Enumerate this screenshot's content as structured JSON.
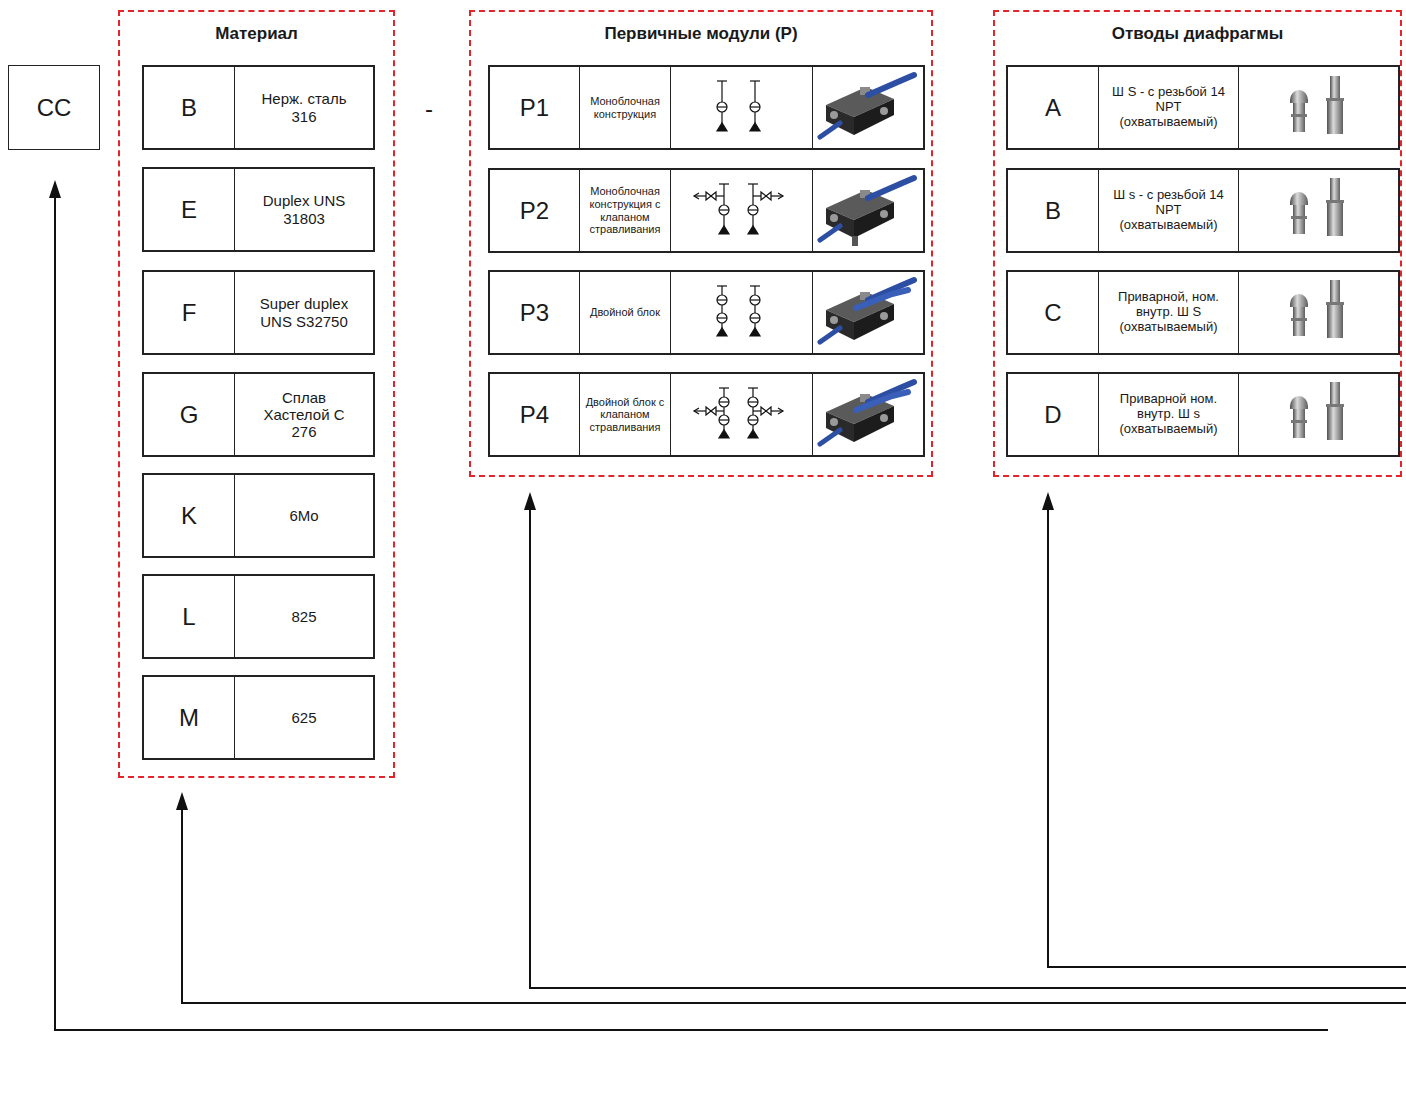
{
  "diagram": {
    "nodes": [
      {
        "text": [
          "CC"
        ]
      },
      {
        "text": [
          "Материал"
        ]
      },
      {
        "text": [
          "B",
          "Нерж. сталь 316"
        ],
        "in": 1
      },
      {
        "text": [
          "E",
          "Duplex UNS 31803"
        ],
        "in": 1
      },
      {
        "text": [
          "F",
          "Super duplex UNS S32750"
        ],
        "in": 1
      },
      {
        "text": [
          "G",
          "Сплав Хастелой C 276"
        ],
        "in": 1
      },
      {
        "text": [
          "K",
          "6Mo"
        ],
        "in": 1
      },
      {
        "text": [
          "L",
          "825"
        ],
        "in": 1
      },
      {
        "text": [
          "M",
          "625"
        ],
        "in": 1
      },
      {
        "text": [
          "Первичные модули (P)"
        ]
      },
      {
        "text": [
          "P1",
          "Моноблочная конструкция"
        ],
        "in": 9
      },
      {
        "text": [
          "P2",
          "Моноблочная конструкция с клапаном стравливания"
        ],
        "in": 9
      },
      {
        "text": [
          "P3",
          "Двойной блок"
        ],
        "in": 9
      },
      {
        "text": [
          "P4",
          "Двойной блок с клапаном стравливания"
        ],
        "in": 9
      },
      {
        "text": [
          "Отводы диафрагмы"
        ]
      },
      {
        "text": [
          "A",
          "Ш S - с резьбой 14 NPT (охватываемый)"
        ],
        "in": 14
      },
      {
        "text": [
          "B",
          "Ш s - с резьбой 14 NPT (охватываемый)"
        ],
        "in": 14
      },
      {
        "text": [
          "C",
          "Приварной, ном. внутр. Ш S (охватываемый)"
        ],
        "in": 14
      },
      {
        "text": [
          "D",
          "Приварной ном. внутр. Ш s (охватываемый)"
        ],
        "in": 14
      }
    ],
    "labels": [
      "-"
    ]
  }
}
